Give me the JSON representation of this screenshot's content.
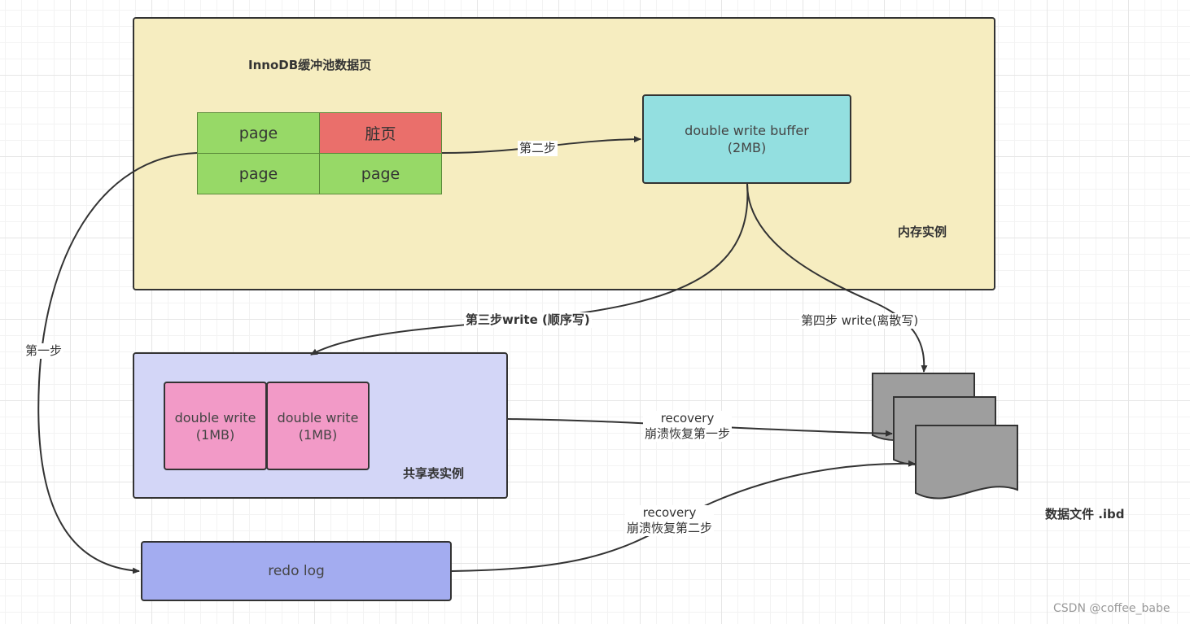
{
  "memory": {
    "pool_label": "InnoDB缓冲池数据页",
    "instance_label": "内存实例",
    "pages": [
      "page",
      "脏页",
      "page",
      "page"
    ],
    "dwb_line1": "double write buffer",
    "dwb_line2": "(2MB)"
  },
  "shared": {
    "instance_label": "共享表实例",
    "blocks": [
      {
        "line1": "double write",
        "line2": "(1MB)"
      },
      {
        "line1": "double write",
        "line2": "(1MB)"
      }
    ]
  },
  "redo": {
    "label": "redo log"
  },
  "datafile": {
    "label": "数据文件 .ibd"
  },
  "edges": {
    "step1": "第一步",
    "step2": "第二步",
    "step3": "第三步write (顺序写)",
    "step4": "第四步 write(离散写)",
    "recovery1_line1": "recovery",
    "recovery1_line2": "崩溃恢复第一步",
    "recovery2_line1": "recovery",
    "recovery2_line2": "崩溃恢复第二步"
  },
  "watermark": "CSDN @coffee_babe",
  "colors": {
    "memory_bg": "#f6edc0",
    "page_green": "#97d967",
    "dirty_page_red": "#ea6f6b",
    "dwb_cyan": "#93dfe0",
    "shared_bg": "#d3d6f7",
    "dw_pink": "#f29ac7",
    "redo_blue": "#a3acf0",
    "file_gray": "#9e9e9e"
  }
}
